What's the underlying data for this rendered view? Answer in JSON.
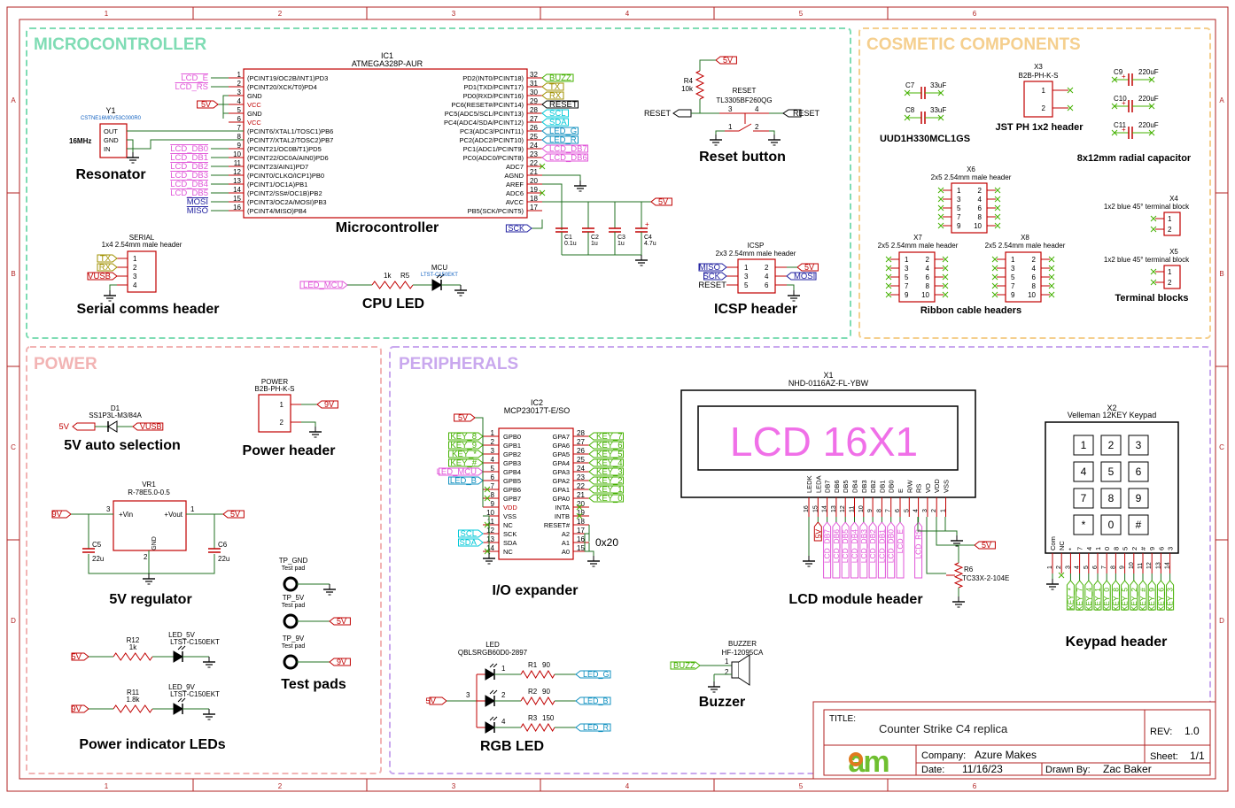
{
  "frame": {
    "cols": [
      "1",
      "2",
      "3",
      "4",
      "5",
      "6"
    ],
    "rows": [
      "A",
      "B",
      "C",
      "D"
    ]
  },
  "regions": {
    "microcontroller": "MICROCONTROLLER",
    "cosmetic": "COSMETIC COMPONENTS",
    "power": "POWER",
    "peripherals": "PERIPHERALS"
  },
  "section_titles": {
    "resonator": "Resonator",
    "microcontroller": "Microcontroller",
    "reset_button": "Reset button",
    "serial_header": "Serial comms header",
    "cpu_led": "CPU LED",
    "icsp_header": "ICSP header",
    "jst_header": "JST PH 1x2 header",
    "uud": "UUD1H330MCL1GS",
    "radial_cap": "8x12mm radial capacitor",
    "ribbon_headers": "Ribbon cable headers",
    "terminal_blocks": "Terminal blocks",
    "auto_select": "5V auto selection",
    "power_header": "Power header",
    "regulator": "5V regulator",
    "test_pads": "Test pads",
    "power_leds": "Power indicator LEDs",
    "io_expander": "I/O expander",
    "rgb_led": "RGB LED",
    "buzzer": "Buzzer",
    "lcd_header": "LCD module header",
    "keypad_header": "Keypad header"
  },
  "ic1": {
    "ref": "IC1",
    "part": "ATMEGA328P-AUR",
    "left_pins": [
      {
        "num": "1",
        "name": "(PCINT19/OC2B/INT1)PD3",
        "net": "LCD_E",
        "net_color": "#e055d8"
      },
      {
        "num": "2",
        "name": "(PCINT20/XCK/T0)PD4",
        "net": "LCD_RS",
        "net_color": "#e055d8"
      },
      {
        "num": "3",
        "name": "GND",
        "net": "",
        "net_color": ""
      },
      {
        "num": "4",
        "name": "VCC",
        "net": "5V",
        "net_color": "#c00000"
      },
      {
        "num": "5",
        "name": "GND",
        "net": "",
        "net_color": ""
      },
      {
        "num": "6",
        "name": "VCC",
        "net": "",
        "net_color": ""
      },
      {
        "num": "7",
        "name": "(PCINT6/XTAL1/TOSC1)PB6",
        "net": "",
        "net_color": ""
      },
      {
        "num": "8",
        "name": "(PCINT7/XTAL2/TOSC2)PB7",
        "net": "",
        "net_color": ""
      },
      {
        "num": "9",
        "name": "(PCINT21/OC0B/T1)PD5",
        "net": "LCD_DB0",
        "net_color": "#e055d8"
      },
      {
        "num": "10",
        "name": "(PCINT22/OC0A/AIN0)PD6",
        "net": "LCD_DB1",
        "net_color": "#e055d8"
      },
      {
        "num": "11",
        "name": "(PCINT23/AIN1)PD7",
        "net": "LCD_DB2",
        "net_color": "#e055d8"
      },
      {
        "num": "12",
        "name": "(PCINT0/CLKO/ICP1)PB0",
        "net": "LCD_DB3",
        "net_color": "#e055d8"
      },
      {
        "num": "13",
        "name": "(PCINT1/OC1A)PB1",
        "net": "LCD_DB4",
        "net_color": "#e055d8"
      },
      {
        "num": "14",
        "name": "(PCINT2/SS#/OC1B)PB2",
        "net": "LCD_DB5",
        "net_color": "#e055d8"
      },
      {
        "num": "15",
        "name": "(PCINT3/OC2A/MOSI)PB3",
        "net": "MOSI",
        "net_color": "#2020a0"
      },
      {
        "num": "16",
        "name": "(PCINT4/MISO)PB4",
        "net": "MISO",
        "net_color": "#2020a0"
      }
    ],
    "right_pins": [
      {
        "num": "32",
        "name": "PD2(INT0/PCINT18)",
        "net": "BUZZ",
        "net_color": "#44b000"
      },
      {
        "num": "31",
        "name": "PD1(TXD/PCINT17)",
        "net": "TX",
        "net_color": "#a09000"
      },
      {
        "num": "30",
        "name": "PD0(RXD/PCINT16)",
        "net": "RX",
        "net_color": "#a09000"
      },
      {
        "num": "29",
        "name": "PC6(RESET#/PCINT14)",
        "net": "RESET",
        "net_color": "#000000"
      },
      {
        "num": "28",
        "name": "PC5(ADC5/SCL/PCINT13)",
        "net": "SCL",
        "net_color": "#00c8d8"
      },
      {
        "num": "27",
        "name": "PC4(ADC4/SDA/PCINT12)",
        "net": "SDA",
        "net_color": "#00c8d8"
      },
      {
        "num": "26",
        "name": "PC3(ADC3/PCINT11)",
        "net": "LED_G",
        "net_color": "#1090c0"
      },
      {
        "num": "25",
        "name": "PC2(ADC2/PCINT10)",
        "net": "LED_R",
        "net_color": "#1090c0"
      },
      {
        "num": "24",
        "name": "PC1(ADC1/PCINT9)",
        "net": "LCD_DB7",
        "net_color": "#e055d8"
      },
      {
        "num": "23",
        "name": "PC0(ADC0/PCINT8)",
        "net": "LCD_DB6",
        "net_color": "#e055d8"
      },
      {
        "num": "22",
        "name": "ADC7",
        "net": "",
        "net_color": ""
      },
      {
        "num": "21",
        "name": "AGND",
        "net": "",
        "net_color": ""
      },
      {
        "num": "20",
        "name": "AREF",
        "net": "",
        "net_color": ""
      },
      {
        "num": "19",
        "name": "ADC6",
        "net": "",
        "net_color": ""
      },
      {
        "num": "18",
        "name": "AVCC",
        "net": "5V",
        "net_color": "#c00000"
      },
      {
        "num": "17",
        "name": "PB5(SCK/PCINT5)",
        "net": "SCK",
        "net_color": "#2020a0"
      }
    ],
    "caps": [
      {
        "ref": "C1",
        "value": "0.1u"
      },
      {
        "ref": "C2",
        "value": "1u"
      },
      {
        "ref": "C3",
        "value": "1u"
      },
      {
        "ref": "C4",
        "value": "4.7u"
      }
    ]
  },
  "resonator": {
    "ref": "Y1",
    "part": "CSTNE16M0V53C000R0",
    "freq": "16MHz",
    "pins": [
      "OUT",
      "GND",
      "IN"
    ]
  },
  "reset": {
    "r_ref": "R4",
    "r_val": "10k",
    "sw_ref": "RESET",
    "sw_part": "TL3305BF260QG",
    "net": "RESET",
    "pins": [
      "3",
      "4",
      "1",
      "2"
    ]
  },
  "serial": {
    "ref": "SERIAL",
    "part": "1x4 2.54mm male header",
    "nets": [
      "TX",
      "RX",
      "VUSB",
      ""
    ],
    "pins": [
      "1",
      "2",
      "3",
      "4"
    ]
  },
  "cpu_led": {
    "net": "LED_MCU",
    "r_ref": "R5",
    "r_val": "1k",
    "led_ref": "MCU",
    "led_part": "LTST-C150EKT"
  },
  "icsp": {
    "ref": "ICSP",
    "part": "2x3 2.54mm male header",
    "left": [
      "MISO",
      "SCK",
      "RESET"
    ],
    "right": [
      "5V",
      "MOSI"
    ],
    "pins": [
      "1",
      "2",
      "3",
      "4",
      "5",
      "6"
    ]
  },
  "cosmetic": {
    "c7": {
      "ref": "C7",
      "val": "33uF"
    },
    "c8": {
      "ref": "C8",
      "val": "33uF"
    },
    "x3": {
      "ref": "X3",
      "part": "B2B-PH-K-S",
      "pins": [
        "1",
        "2"
      ]
    },
    "c9": {
      "ref": "C9",
      "val": "220uF"
    },
    "c10": {
      "ref": "C10",
      "val": "220uF"
    },
    "c11": {
      "ref": "C11",
      "val": "220uF"
    },
    "x6": {
      "ref": "X6",
      "part": "2x5 2.54mm male header"
    },
    "x7": {
      "ref": "X7",
      "part": "2x5 2.54mm male header"
    },
    "x8": {
      "ref": "X8",
      "part": "2x5 2.54mm male header"
    },
    "x4": {
      "ref": "X4",
      "part": "1x2 blue 45° terminal block"
    },
    "x5": {
      "ref": "X5",
      "part": "1x2 blue 45° terminal block"
    },
    "hdr_left": [
      "1",
      "3",
      "5",
      "7",
      "9"
    ],
    "hdr_right": [
      "2",
      "4",
      "6",
      "8",
      "10"
    ]
  },
  "power": {
    "d1": {
      "ref": "D1",
      "part": "SS1P3L-M3/84A",
      "left": "5V",
      "right": "VUSB"
    },
    "hdr": {
      "ref": "POWER",
      "part": "B2B-PH-K-S",
      "net": "9V",
      "pins": [
        "1",
        "2"
      ]
    },
    "vr1": {
      "ref": "VR1",
      "part": "R-78E5.0-0.5",
      "vin": "+Vin",
      "vout": "+Vout",
      "gnd": "GND",
      "in_net": "9V",
      "out_net": "5V",
      "pin1": "1",
      "pin2": "2",
      "pin3": "3"
    },
    "c5": {
      "ref": "C5",
      "val": "22u"
    },
    "c6": {
      "ref": "C6",
      "val": "22u"
    },
    "tp": [
      {
        "ref": "TP_GND",
        "part": "Test pad",
        "net": ""
      },
      {
        "ref": "TP_5V",
        "part": "Test pad",
        "net": "5V"
      },
      {
        "ref": "TP_9V",
        "part": "Test pad",
        "net": "9V"
      }
    ],
    "led5": {
      "net": "5V",
      "r_ref": "R12",
      "r_val": "1k",
      "led_ref": "LED_5V",
      "led_part": "LTST-C150EKT"
    },
    "led9": {
      "net": "9V",
      "r_ref": "R11",
      "r_val": "1.8k",
      "led_ref": "LED_9V",
      "led_part": "LTST-C150EKT"
    }
  },
  "ic2": {
    "ref": "IC2",
    "part": "MCP23017T-E/SO",
    "vdd_net": "5V",
    "addr": "0x20",
    "left_pins": [
      {
        "num": "1",
        "name": "GPB0",
        "net": "KEY_8"
      },
      {
        "num": "2",
        "name": "GPB1",
        "net": "KEY_9"
      },
      {
        "num": "3",
        "name": "GPB2",
        "net": "KEY_*"
      },
      {
        "num": "4",
        "name": "GPB3",
        "net": "KEY_#"
      },
      {
        "num": "5",
        "name": "GPB4",
        "net": "LED_MCU"
      },
      {
        "num": "6",
        "name": "GPB5",
        "net": "LED_B"
      },
      {
        "num": "7",
        "name": "GPB6",
        "net": ""
      },
      {
        "num": "8",
        "name": "GPB7",
        "net": ""
      },
      {
        "num": "9",
        "name": "VDD",
        "net": ""
      },
      {
        "num": "10",
        "name": "VSS",
        "net": ""
      },
      {
        "num": "11",
        "name": "NC",
        "net": ""
      },
      {
        "num": "12",
        "name": "SCK",
        "net": "SCL"
      },
      {
        "num": "13",
        "name": "SDA",
        "net": "SDA"
      },
      {
        "num": "14",
        "name": "NC",
        "net": ""
      }
    ],
    "right_pins": [
      {
        "num": "28",
        "name": "GPA7",
        "net": "KEY_7"
      },
      {
        "num": "27",
        "name": "GPA6",
        "net": "KEY_6"
      },
      {
        "num": "26",
        "name": "GPA5",
        "net": "KEY_5"
      },
      {
        "num": "25",
        "name": "GPA4",
        "net": "KEY_4"
      },
      {
        "num": "24",
        "name": "GPA3",
        "net": "KEY_3"
      },
      {
        "num": "23",
        "name": "GPA2",
        "net": "KEY_2"
      },
      {
        "num": "22",
        "name": "GPA1",
        "net": "KEY_1"
      },
      {
        "num": "21",
        "name": "GPA0",
        "net": "KEY_0"
      },
      {
        "num": "20",
        "name": "INTA",
        "net": ""
      },
      {
        "num": "19",
        "name": "INTB",
        "net": ""
      },
      {
        "num": "18",
        "name": "RESET#",
        "net": ""
      },
      {
        "num": "17",
        "name": "A2",
        "net": ""
      },
      {
        "num": "16",
        "name": "A1",
        "net": ""
      },
      {
        "num": "15",
        "name": "A0",
        "net": ""
      }
    ]
  },
  "rgb": {
    "ref": "LED",
    "part": "QBLSRGB60D0-2897",
    "net": "5V",
    "pin_common": "3",
    "channels": [
      {
        "pin": "1",
        "r_ref": "R1",
        "r_val": "90",
        "net": "LED_G"
      },
      {
        "pin": "2",
        "r_ref": "R2",
        "r_val": "90",
        "net": "LED_B"
      },
      {
        "pin": "4",
        "r_ref": "R3",
        "r_val": "150",
        "net": "LED_R"
      }
    ]
  },
  "buzzer": {
    "ref": "BUZZER",
    "part": "HF-12095CA",
    "net": "BUZZ",
    "pins": [
      "1",
      "2"
    ]
  },
  "lcd": {
    "ref": "X1",
    "part": "NHD-0116AZ-FL-YBW",
    "display": "LCD 16X1",
    "pins": [
      "LEDK",
      "LEDA",
      "DB7",
      "DB6",
      "DB5",
      "DB4",
      "DB3",
      "DB2",
      "DB1",
      "DB0",
      "E",
      "R/W",
      "RS",
      "VO",
      "VDD",
      "VSS"
    ],
    "nums": [
      "16",
      "15",
      "14",
      "13",
      "12",
      "11",
      "10",
      "9",
      "8",
      "7",
      "6",
      "5",
      "4",
      "3",
      "2",
      "1"
    ],
    "nets": [
      "5V",
      "LCD_DB7",
      "LCD_DB6",
      "LCD_DB5",
      "LCD_DB4",
      "LCD_DB3",
      "LCD_DB2",
      "LCD_DB1",
      "LCD_DB0",
      "LCD_E",
      "LCD_RS"
    ],
    "r6_ref": "R6",
    "r6_part": "TC33X-2-104E",
    "r6_net": "5V"
  },
  "keypad": {
    "ref": "X2",
    "part": "Velleman 12KEY Keypad",
    "keys": [
      "1",
      "2",
      "3",
      "4",
      "5",
      "6",
      "7",
      "8",
      "9",
      "*",
      "0",
      "#"
    ],
    "pins": [
      "Com",
      "NC",
      "*",
      "7",
      "4",
      "1",
      "0",
      "8",
      "5",
      "2",
      "#",
      "9",
      "6",
      "3"
    ],
    "nums": [
      "1",
      "2",
      "3",
      "4",
      "5",
      "6",
      "7",
      "8",
      "9",
      "10",
      "11",
      "12",
      "13",
      "14"
    ],
    "nets": [
      "KEY_*",
      "KEY_7",
      "KEY_4",
      "KEY_1",
      "KEY_0",
      "KEY_8",
      "KEY_5",
      "KEY_2",
      "KEY_#",
      "KEY_9",
      "KEY_6",
      "KEY_3"
    ]
  },
  "title_block": {
    "title_label": "TITLE:",
    "title": "Counter Strike C4 replica",
    "rev_label": "REV:",
    "rev": "1.0",
    "company_label": "Company:",
    "company": "Azure Makes",
    "sheet_label": "Sheet:",
    "sheet": "1/1",
    "date_label": "Date:",
    "date": "11/16/23",
    "drawn_label": "Drawn By:",
    "drawn": "Zac Baker",
    "logo": "am"
  },
  "colors": {
    "border": "#b22222",
    "micro": "#7fdcb4",
    "cosmetic": "#f5cf8e",
    "power": "#f2b4b4",
    "periph": "#c9a8ee",
    "pin": "#c00000",
    "lcd_text": "#f070e8",
    "net_green": "#44b000",
    "net_pink": "#e055d8",
    "net_cyan": "#00c8d8"
  }
}
